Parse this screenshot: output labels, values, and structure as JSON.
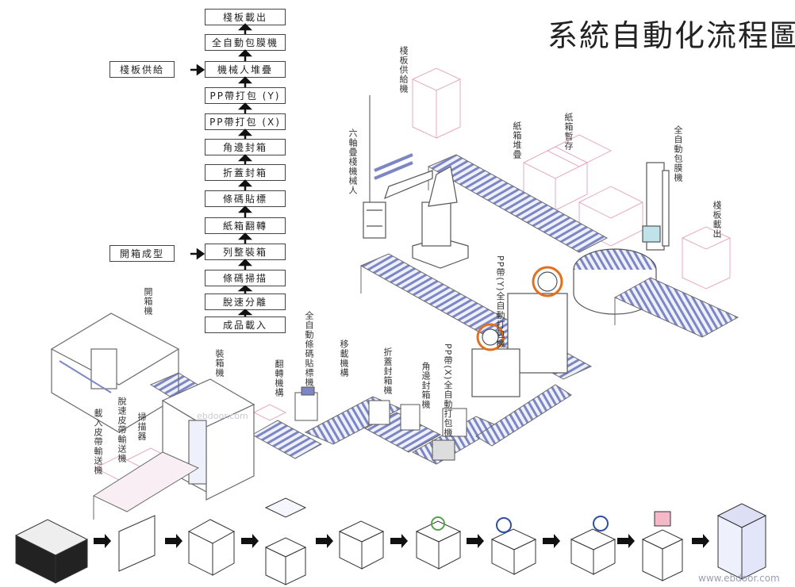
{
  "title": "系統自動化流程圖",
  "flow_steps": [
    "棧板載出",
    "全自動包膜機",
    "機械人堆疊",
    "PP帶打包 (Y)",
    "PP帶打包 (X)",
    "角邊封箱",
    "折蓋封箱",
    "條碼貼標",
    "紙箱翻轉",
    "列整裝箱",
    "條碼掃描",
    "脫速分離",
    "成品載入"
  ],
  "side_inputs": {
    "pallet_supply": "棧板供給",
    "box_forming": "開箱成型"
  },
  "machine_labels": {
    "pallet_supply": "棧板供給機",
    "six_axis_robot": "六軸疊棧機械人",
    "box_stacking": "紙箱堆疊",
    "box_buffer": "紙箱暫存",
    "wrapping": "全自動包膜機",
    "pallet_out": "棧板載出",
    "pp_y": "PP帶(Y)全自動打包機",
    "box_opener": "開箱機",
    "packer": "裝箱機",
    "labeler": "全自動條碼貼標機",
    "flipper": "翻轉機構",
    "transfer": "移載機構",
    "flap_sealer": "折蓋封箱機",
    "pp_x": "PP帶(X)全自動打包機",
    "corner_sealer": "角邊封箱機",
    "scanner": "掃描器",
    "speed_belt": "脫速皮帶輸送機",
    "infeed_belt": "載入皮帶輸送機"
  },
  "watermarks": {
    "center": "ebdoor.com",
    "corner": "www.ebdoor.com"
  },
  "colors": {
    "roller": "#7c86c4",
    "frame": "#6a6a6a",
    "ghost": "#e8a8c0",
    "arrow": "#111111"
  }
}
